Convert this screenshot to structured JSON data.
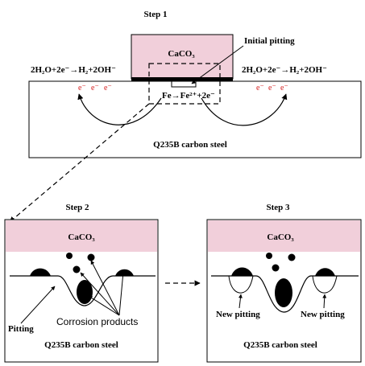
{
  "step1": {
    "title": "Step 1",
    "caco3_label": "CaCO₃",
    "initial_pitting_label": "Initial pitting",
    "left_reaction": "2H₂O+2e⁻→H₂+2OH⁻",
    "right_reaction": "2H₂O+2e⁻→H₂+2OH⁻",
    "anodic_reaction": "Fe→Fe²⁺+2e⁻",
    "electron_symbol": "e⁻",
    "substrate_label": "Q235B carbon steel"
  },
  "step2": {
    "title": "Step 2",
    "caco3_label": "CaCO₃",
    "pitting_label": "Pitting",
    "corrosion_products_label": "Corrosion products",
    "substrate_label": "Q235B carbon steel"
  },
  "step3": {
    "title": "Step 3",
    "caco3_label": "CaCO₃",
    "new_pitting_left": "New pitting",
    "new_pitting_right": "New pitting",
    "substrate_label": "Q235B carbon steel"
  },
  "colors": {
    "caco3_fill": "#f1cfda",
    "line": "#000000",
    "electron": "#d62020"
  }
}
